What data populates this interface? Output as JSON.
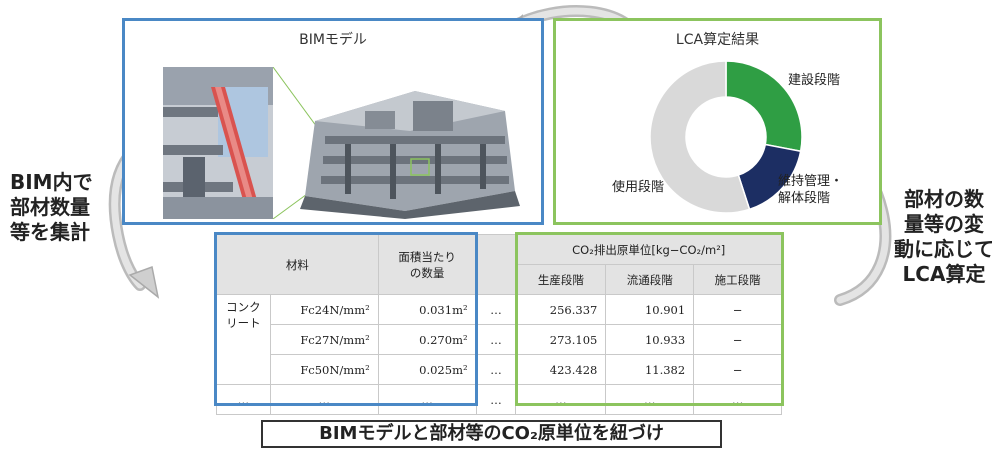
{
  "bim_panel": {
    "title": "BIMモデル"
  },
  "lca_panel": {
    "title": "LCA算定結果",
    "segments": [
      {
        "label": "建設段階",
        "share": 0.28,
        "color": "#2f9e44"
      },
      {
        "label": "維持管理・\n解体段階",
        "share": 0.17,
        "color": "#1c2e63"
      },
      {
        "label": "使用段階",
        "share": 0.55,
        "color": "#d9d9d9"
      }
    ]
  },
  "left_note": [
    "BIM内で",
    "部材数量",
    "等を集計"
  ],
  "right_note": [
    "部材の数",
    "量等の変",
    "動に応じて",
    "LCA算定"
  ],
  "table": {
    "header_material": "材料",
    "header_quantity_line1": "面積当たり",
    "header_quantity_line2": "の数量",
    "header_unit_group": "CO₂排出原単位[kg−CO₂/m²]",
    "header_stage1": "生産段階",
    "header_stage2": "流通段階",
    "header_stage3": "施工段階",
    "group_line1": "コンク",
    "group_line2": "リート",
    "rows": [
      {
        "name": "Fc24N/mm²",
        "qty": "0.031m²",
        "dots": "…",
        "s1": "256.337",
        "s2": "10.901",
        "s3": "−"
      },
      {
        "name": "Fc27N/mm²",
        "qty": "0.270m²",
        "dots": "…",
        "s1": "273.105",
        "s2": "10.933",
        "s3": "−"
      },
      {
        "name": "Fc50N/mm²",
        "qty": "0.025m²",
        "dots": "…",
        "s1": "423.428",
        "s2": "11.382",
        "s3": "−"
      }
    ],
    "last_row": {
      "a": "…",
      "b": "…",
      "c": "…",
      "d": "…",
      "e": "…",
      "f": "…",
      "g": "…"
    }
  },
  "caption": "BIMモデルと部材等のCO₂原単位を紐づけ"
}
